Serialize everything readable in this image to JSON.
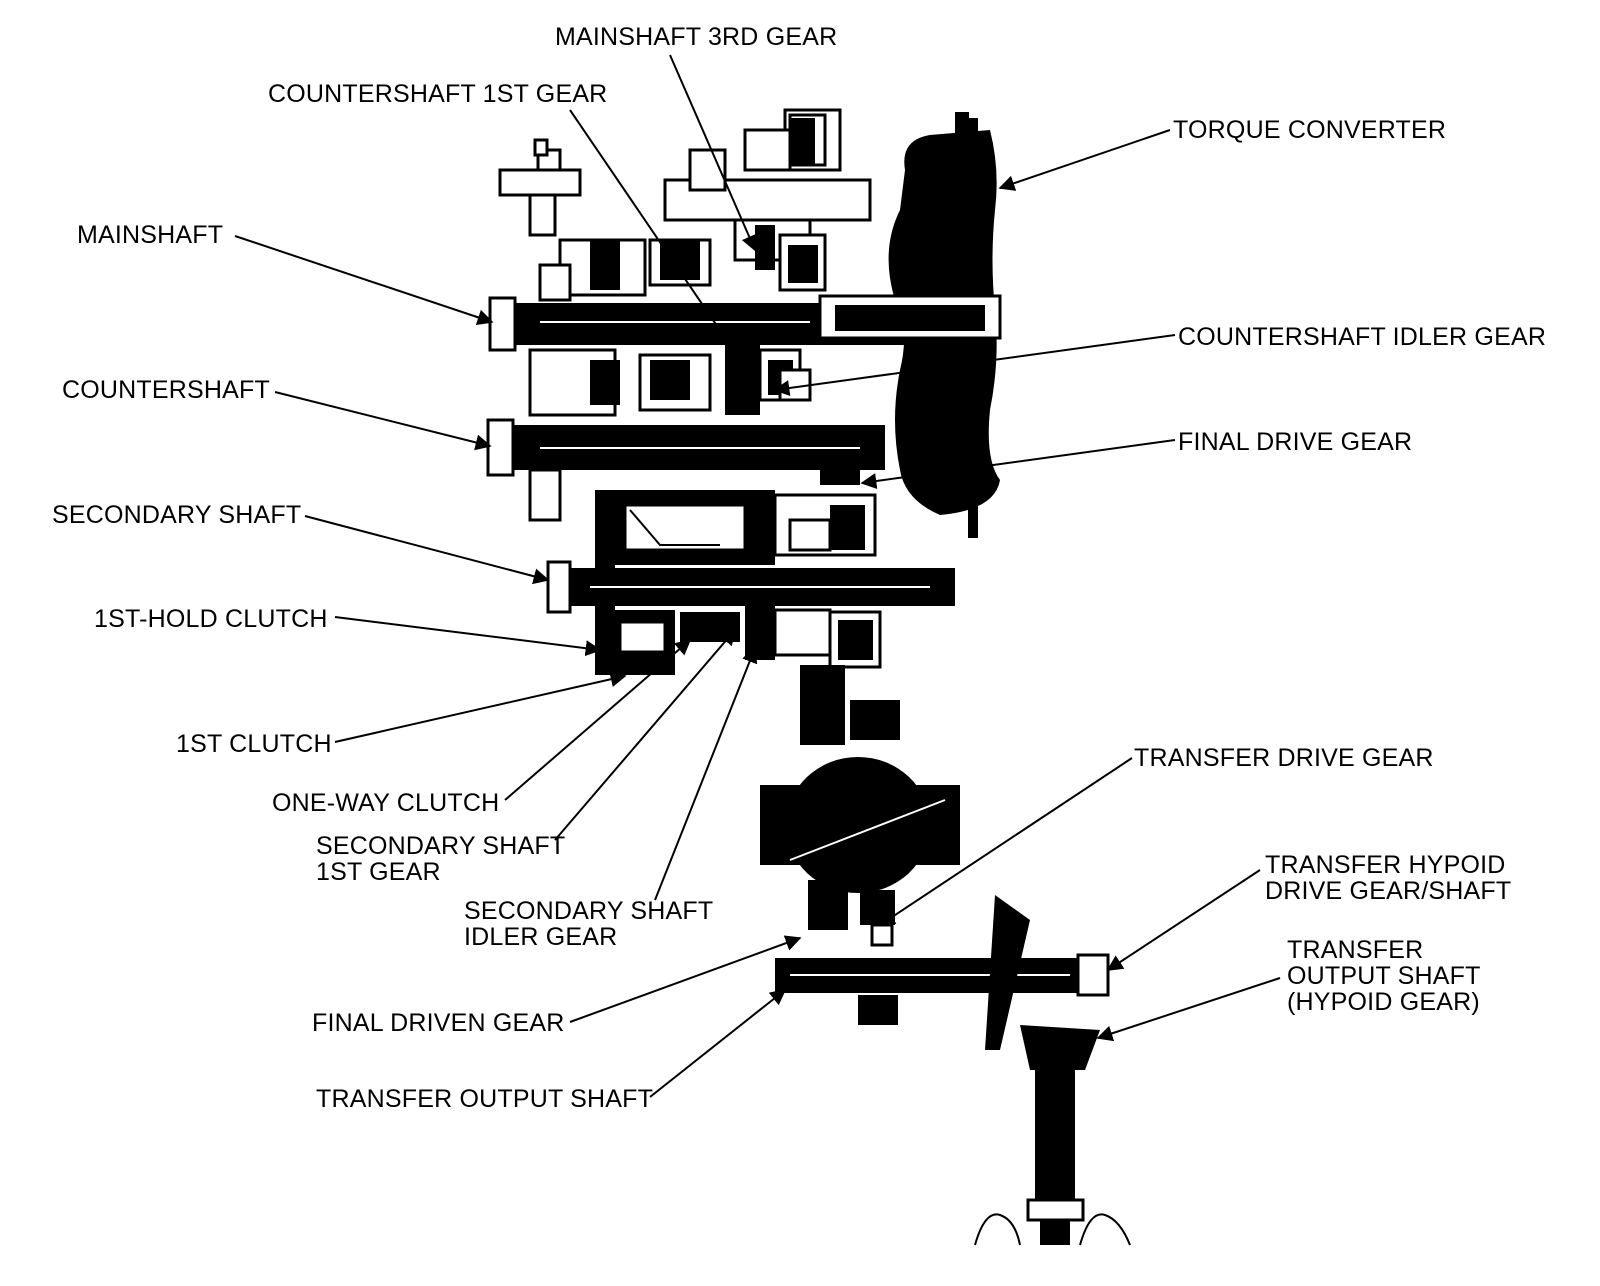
{
  "labels": {
    "mainshaft_3rd_gear": "MAINSHAFT 3RD GEAR",
    "countershaft_1st_gear": "COUNTERSHAFT 1ST GEAR",
    "torque_converter": "TORQUE CONVERTER",
    "mainshaft": "MAINSHAFT",
    "countershaft_idler_gear": "COUNTERSHAFT IDLER GEAR",
    "countershaft": "COUNTERSHAFT",
    "final_drive_gear": "FINAL DRIVE GEAR",
    "secondary_shaft": "SECONDARY SHAFT",
    "first_hold_clutch": "1ST-HOLD CLUTCH",
    "first_clutch": "1ST CLUTCH",
    "one_way_clutch": "ONE-WAY CLUTCH",
    "secondary_shaft_1st_gear_line1": "SECONDARY SHAFT",
    "secondary_shaft_1st_gear_line2": "1ST GEAR",
    "secondary_shaft_idler_gear_line1": "SECONDARY SHAFT",
    "secondary_shaft_idler_gear_line2": "IDLER GEAR",
    "transfer_drive_gear": "TRANSFER DRIVE GEAR",
    "transfer_hypoid_drive_gear_line1": "TRANSFER HYPOID",
    "transfer_hypoid_drive_gear_line2": "DRIVE GEAR/SHAFT",
    "transfer_output_shaft_hypoid_line1": "TRANSFER",
    "transfer_output_shaft_hypoid_line2": "OUTPUT SHAFT",
    "transfer_output_shaft_hypoid_line3": "(HYPOID GEAR)",
    "final_driven_gear": "FINAL DRIVEN GEAR",
    "transfer_output_shaft": "TRANSFER OUTPUT SHAFT"
  },
  "colors": {
    "ink": "#000000",
    "paper": "#ffffff"
  }
}
